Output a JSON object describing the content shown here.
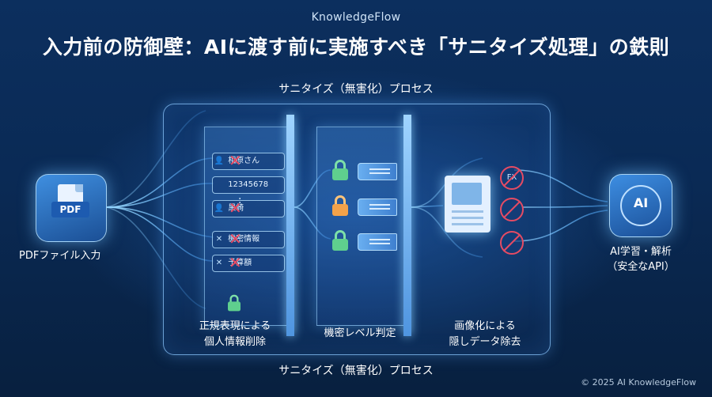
{
  "header": {
    "brand": "KnowledgeFlow",
    "title": "入力前の防御壁：AIに渡す前に実施すべき「サニタイズ処理」の鉄則"
  },
  "process": {
    "label_top": "サニタイズ（無害化）プロセス",
    "label_bottom": "サニタイズ（無害化）プロセス"
  },
  "source": {
    "icon_text": "PDF",
    "label": "PDFファイル入力",
    "icon": "pdf-file-icon"
  },
  "steps": [
    {
      "label": "正規表現による\n個人情報削除"
    },
    {
      "label": "機密レベル判定"
    },
    {
      "label": "画像化による\n隠しデータ除去"
    }
  ],
  "step1_rows": [
    {
      "icon": "user-icon",
      "glyph": "👤",
      "text": "相原さん"
    },
    {
      "icon": "number-icon",
      "glyph": "",
      "text": "12345678"
    },
    {
      "icon": "user-icon",
      "glyph": "👤",
      "text": "黒崎"
    },
    {
      "icon": "close-icon",
      "glyph": "✕",
      "text": "機密情報"
    },
    {
      "icon": "close-icon",
      "glyph": "✕",
      "text": "予算額"
    }
  ],
  "step3_markers": [
    "FX"
  ],
  "target": {
    "icon_text": "AI",
    "label": "AI学習・解析\n（安全なAPI）",
    "icon": "ai-brain-icon"
  },
  "footer": {
    "copyright": "© 2025 AI KnowledgeFlow"
  },
  "colors": {
    "background": "#0b2c5a",
    "accent": "#6fb8ff",
    "danger": "#e64b63",
    "lock_green": "#5fcf8e",
    "lock_orange": "#f3a24a"
  }
}
